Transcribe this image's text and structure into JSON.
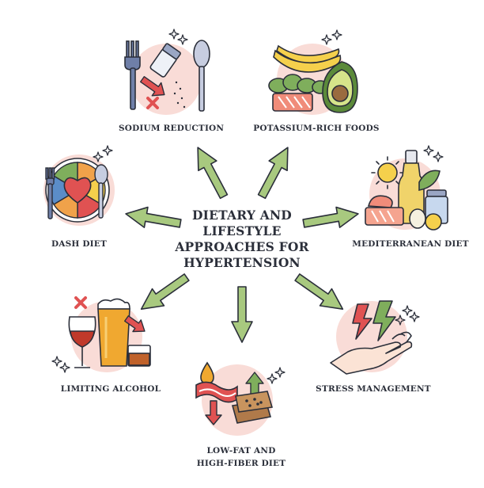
{
  "center": {
    "title": "DIETARY AND LIFESTYLE APPROACHES FOR HYPERTENSION"
  },
  "items": {
    "sodium": {
      "label": "SODIUM REDUCTION"
    },
    "potassium": {
      "label": "POTASSIUM-RICH FOODS"
    },
    "dash": {
      "label": "DASH DIET"
    },
    "mediterranean": {
      "label": "MEDITERRANEAN DIET"
    },
    "alcohol": {
      "label": "LIMITING ALCOHOL"
    },
    "stress": {
      "label": "STRESS MANAGEMENT"
    },
    "lowfat_line1": {
      "label": "LOW-FAT AND"
    },
    "lowfat_line2": {
      "label": "HIGH-FIBER DIET"
    }
  },
  "colors": {
    "arrow_fill": "#a8c97f",
    "outline": "#2b2f3a",
    "circle_bg": "#f9dcd7",
    "accent_red": "#e05252"
  }
}
